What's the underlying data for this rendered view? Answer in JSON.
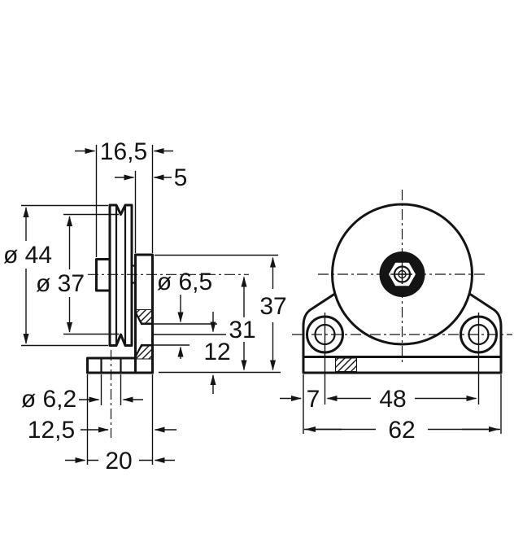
{
  "dimensions": {
    "side": {
      "overall_depth": "16,5",
      "plate_thickness": "5",
      "pulley_outer_diameter": "ø 44",
      "pulley_groove_diameter": "ø 37",
      "plate_hole_diameter": "ø 6,5",
      "overall_height": "37",
      "axis_height": "31",
      "plate_hole_height": "12",
      "base_hole_diameter": "ø 6,2",
      "base_hole_offset": "12,5",
      "base_depth": "20"
    },
    "front": {
      "hole_edge_distance": "7",
      "hole_spacing": "48",
      "overall_width": "62"
    }
  }
}
